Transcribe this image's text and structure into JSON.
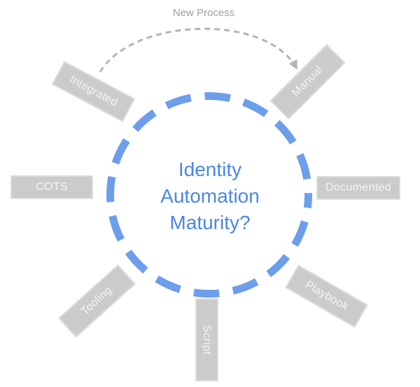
{
  "diagram": {
    "center_title": {
      "line1": "Identity",
      "line2": "Automation",
      "line3": "Maturity?"
    },
    "annotation": {
      "label": "New Process"
    },
    "nodes": [
      {
        "id": "integrated",
        "label": "Integrated"
      },
      {
        "id": "manual",
        "label": "Manual"
      },
      {
        "id": "cots",
        "label": "COTS"
      },
      {
        "id": "documented",
        "label": "Documented"
      },
      {
        "id": "tooling",
        "label": "Tooling"
      },
      {
        "id": "script",
        "label": "Script"
      },
      {
        "id": "playbook",
        "label": "Playbook"
      }
    ]
  },
  "colors": {
    "accent_blue": "#4a86e8",
    "dash_blue": "#6d9eeb",
    "box_fill": "#cbcbcb",
    "box_border": "#dddddd",
    "box_text": "#f4f4f4",
    "annotation_gray": "#9e9e9e",
    "arc_gray": "#b3b3b3",
    "bg": "#ffffff"
  }
}
